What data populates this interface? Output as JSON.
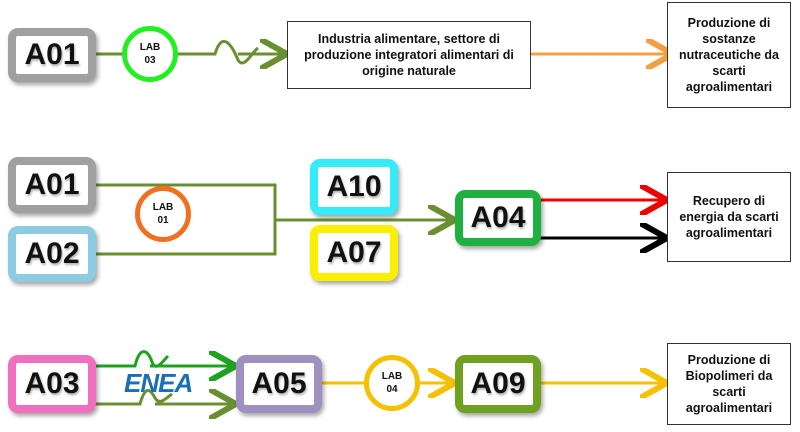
{
  "rows": [
    {
      "source": "A01",
      "lab": "LAB\n03",
      "lab_line1": "LAB",
      "lab_line2": "03",
      "sector": "Industria alimentare, settore di produzione integratori alimentari di origine naturale",
      "output": "Produzione di sostanze nutraceutiche da scarti agroalimentari"
    },
    {
      "sources": [
        "A01",
        "A02"
      ],
      "lab_line1": "LAB",
      "lab_line2": "01",
      "middle": [
        "A10",
        "A07"
      ],
      "target": "A04",
      "output": "Recupero di energia da scarti agroalimentari"
    },
    {
      "source": "A03",
      "partner": "ENEA",
      "middle": "A05",
      "lab_line1": "LAB",
      "lab_line2": "04",
      "target": "A09",
      "output": "Produzione di Biopolimeri da scarti agroalimentari"
    }
  ],
  "colors": {
    "grey": "#a0a0a0",
    "green_light": "#22ee22",
    "orange": "#f08020",
    "blue_light": "#8ccbe0",
    "cyan": "#33ecf8",
    "yellow": "#f8f000",
    "green": "#20b040",
    "pink": "#f070c0",
    "purple": "#a090c0",
    "gold": "#f5c000",
    "olive": "#70a020",
    "line_green": "#6a8f30"
  }
}
